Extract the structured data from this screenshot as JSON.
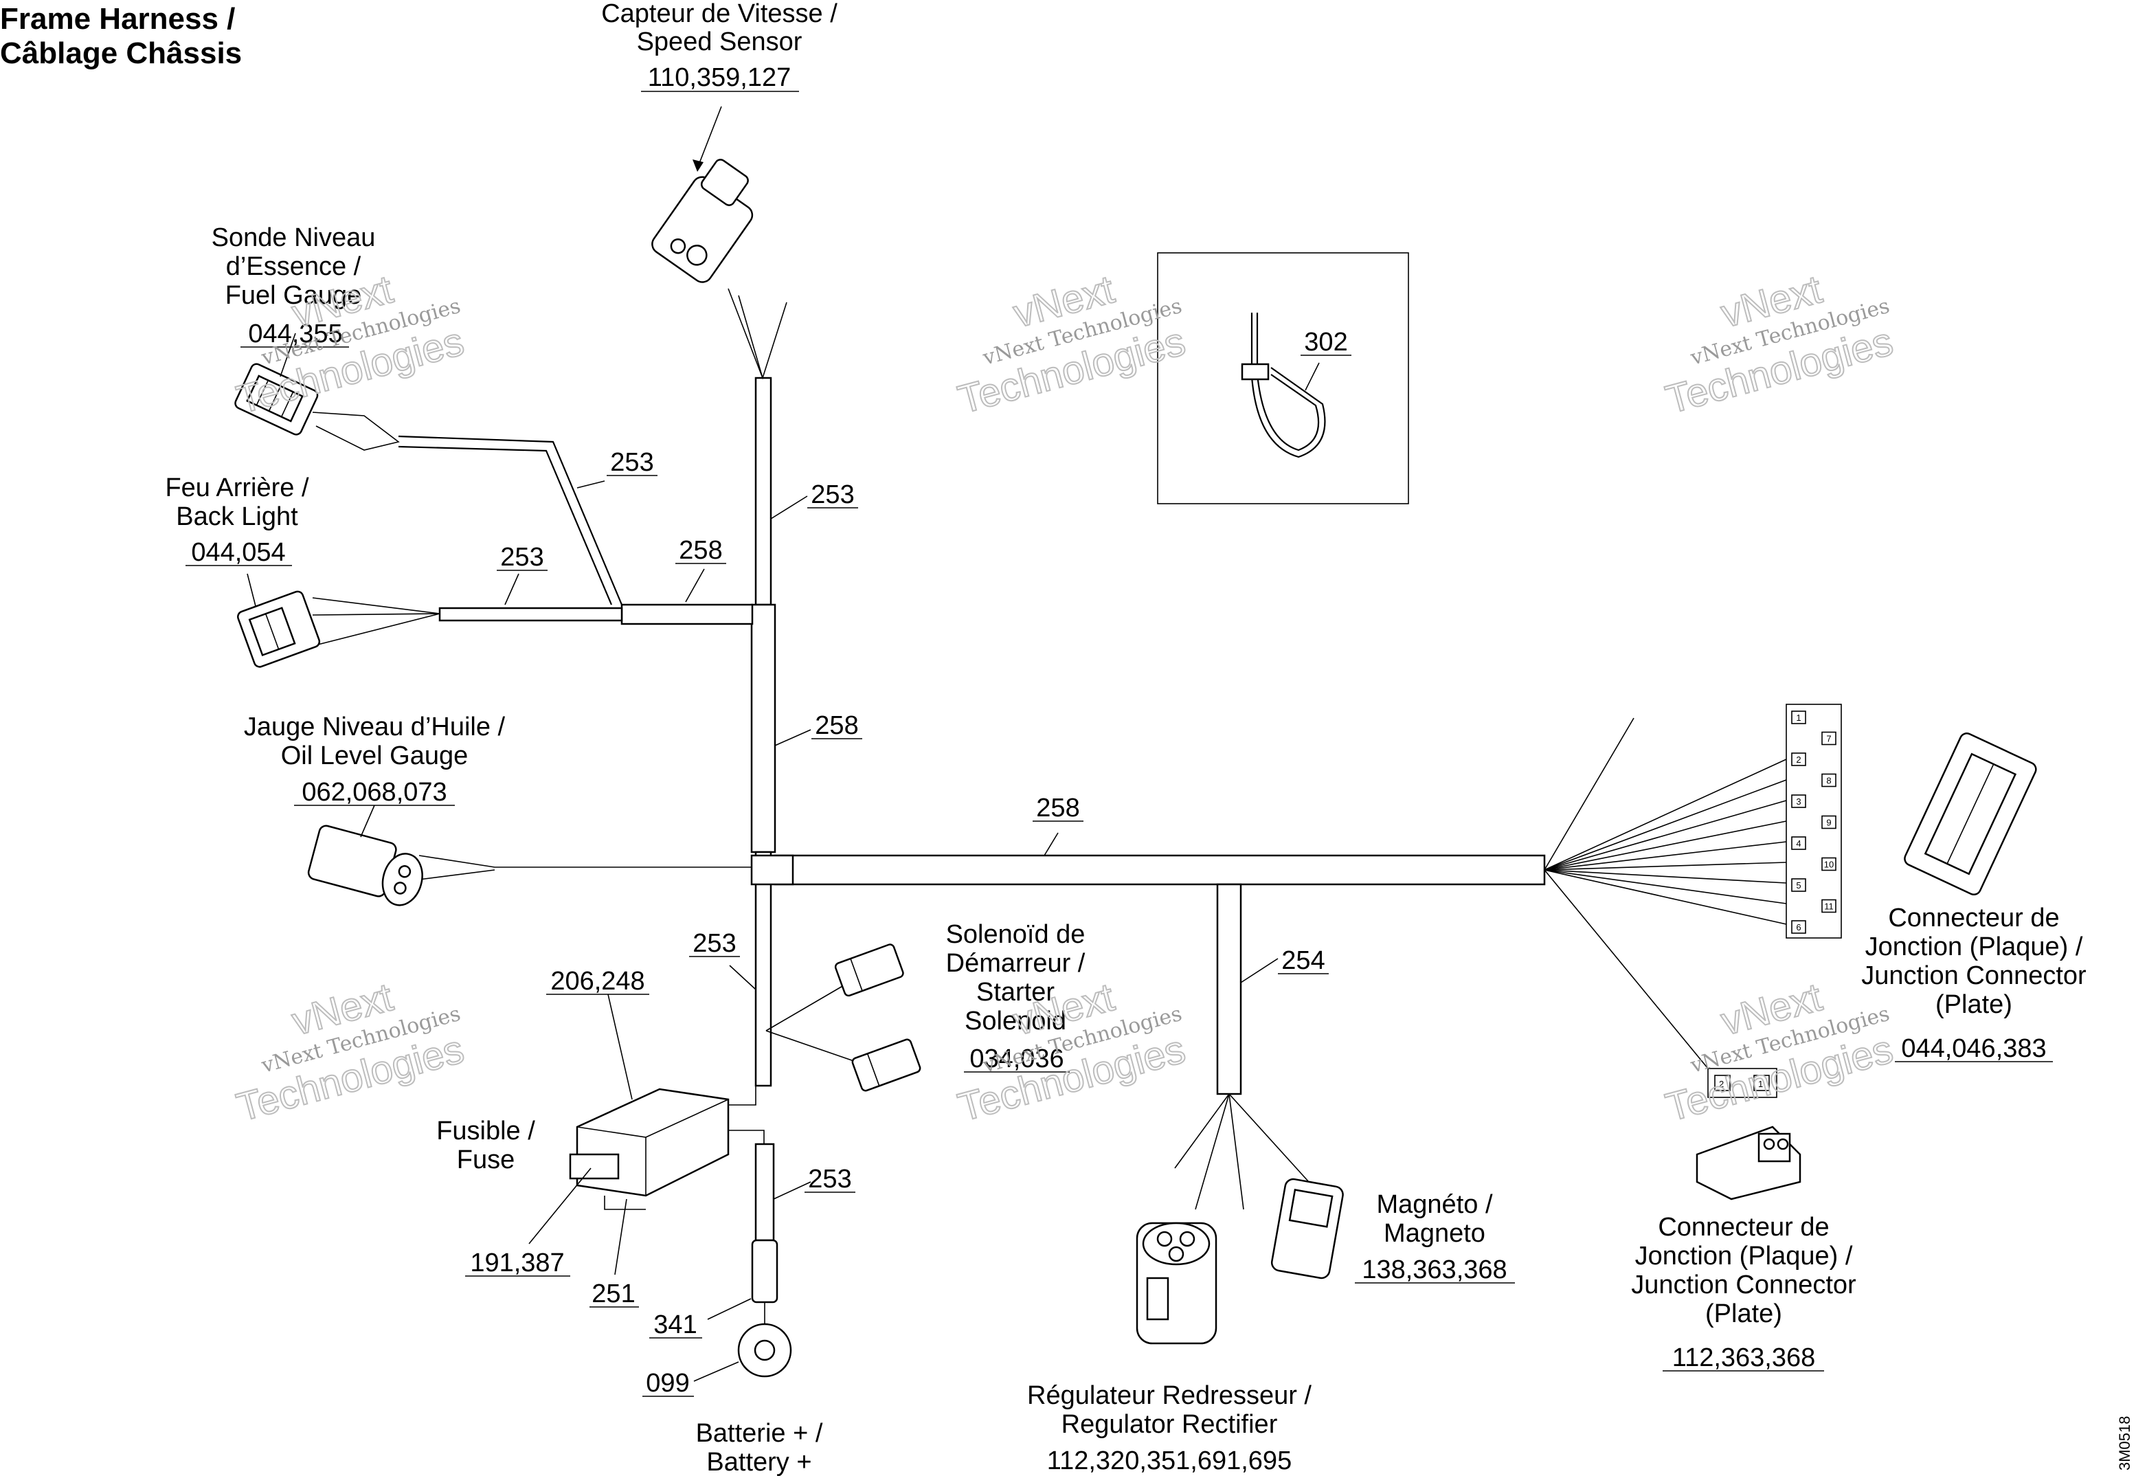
{
  "title": {
    "line1": "Frame Harness /",
    "line2": "Câblage Châssis"
  },
  "drawing_code": "3M0518",
  "watermark": {
    "line1": "vNext",
    "line2": "vNext Technologies",
    "line3": "Technologies"
  },
  "components": {
    "speed_sensor": {
      "lines": [
        "Capteur de Vitesse /",
        "Speed Sensor"
      ],
      "ref": "110,359,127"
    },
    "fuel_gauge": {
      "lines": [
        "Sonde Niveau",
        "d’Essence /",
        "Fuel Gauge"
      ],
      "ref": "044,355"
    },
    "back_light": {
      "lines": [
        "Feu Arrière /",
        "Back Light"
      ],
      "ref": "044,054"
    },
    "oil_level": {
      "lines": [
        "Jauge Niveau d’Huile /",
        "Oil Level Gauge"
      ],
      "ref": "062,068,073"
    },
    "solenoid": {
      "lines": [
        "Solenoïd de",
        "Démarreur /",
        "Starter",
        "Solenoid"
      ],
      "ref": "034,036"
    },
    "fuse": {
      "lines": [
        "Fusible /",
        "Fuse"
      ],
      "ref_top": "206,248",
      "ref_a": "191,387",
      "ref_b": "251"
    },
    "battery": {
      "lines": [
        "Batterie + /",
        "Battery +"
      ],
      "ref_a": "341",
      "ref_b": "099"
    },
    "regulator": {
      "lines": [
        "Régulateur Redresseur /",
        "Regulator Rectifier"
      ],
      "ref": "112,320,351,691,695"
    },
    "magneto": {
      "lines": [
        "Magnéto /",
        "Magneto"
      ],
      "ref": "138,363,368"
    },
    "junction_1": {
      "lines": [
        "Connecteur de",
        "Jonction (Plaque) /",
        "Junction Connector",
        "(Plate)"
      ],
      "ref": "044,046,383"
    },
    "junction_2": {
      "lines": [
        "Connecteur de",
        "Jonction (Plaque) /",
        "Junction Connector",
        "(Plate)"
      ],
      "ref": "112,363,368"
    },
    "cable_tie": {
      "ref": "302"
    }
  },
  "wire_refs": {
    "w253_fuel": "253",
    "w253_main": "253",
    "w253_back": "253",
    "w258_top": "258",
    "w258_vertical": "258",
    "w258_main": "258",
    "w253_lower": "253",
    "w254": "254",
    "w253_battery": "253"
  },
  "junction_pins": [
    "1",
    "7",
    "2",
    "8",
    "3",
    "9",
    "4",
    "10",
    "5",
    "11",
    "6"
  ],
  "small_connector_pins": [
    "2",
    "1"
  ]
}
